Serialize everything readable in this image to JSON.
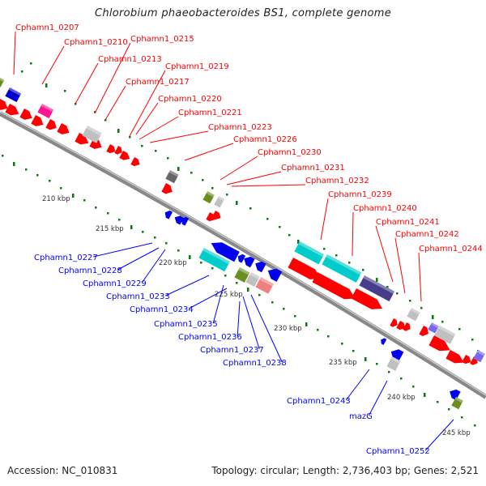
{
  "title": "Chlorobium phaeobacteroides BS1, complete genome",
  "footer": {
    "accession": "Accession: NC_010831",
    "summary": "Topology: circular; Length: 2,736,403 bp; Genes: 2,521"
  },
  "colors": {
    "forward_label": "#ff0000",
    "reverse_label": "#0000ff",
    "backbone": "#8a8a8a",
    "tick": "#0a7a0a"
  },
  "ruler": {
    "unit": "kbp",
    "ticks": [
      "210 kbp",
      "215 kbp",
      "220 kbp",
      "225 kbp",
      "230 kbp",
      "235 kbp",
      "240 kbp",
      "245 kbp"
    ]
  },
  "forward_labels": [
    "Cphamn1_0207",
    "Cphamn1_0210",
    "Cphamn1_0215",
    "Cphamn1_0213",
    "Cphamn1_0219",
    "Cphamn1_0217",
    "Cphamn1_0220",
    "Cphamn1_0221",
    "Cphamn1_0223",
    "Cphamn1_0226",
    "Cphamn1_0230",
    "Cphamn1_0231",
    "Cphamn1_0232",
    "Cphamn1_0239",
    "Cphamn1_0240",
    "Cphamn1_0241",
    "Cphamn1_0242",
    "Cphamn1_0244"
  ],
  "reverse_labels": [
    "Cphamn1_0227",
    "Cphamn1_0228",
    "Cphamn1_0229",
    "Cphamn1_0233",
    "Cphamn1_0234",
    "Cphamn1_0235",
    "Cphamn1_0236",
    "Cphamn1_0237",
    "Cphamn1_0238",
    "Cphamn1_0243",
    "mazG",
    "Cphamn1_0252"
  ],
  "features": {
    "fwd_cds": "CDS (forward strand)",
    "rev_cds": "CDS (reverse strand)",
    "cog_colors": [
      "#0000cc",
      "#ff1493",
      "#c0c0c0",
      "#666666",
      "#6b8e23",
      "#00cccc",
      "#483d8b",
      "#f08080",
      "#7b68ee",
      "#000080"
    ]
  }
}
